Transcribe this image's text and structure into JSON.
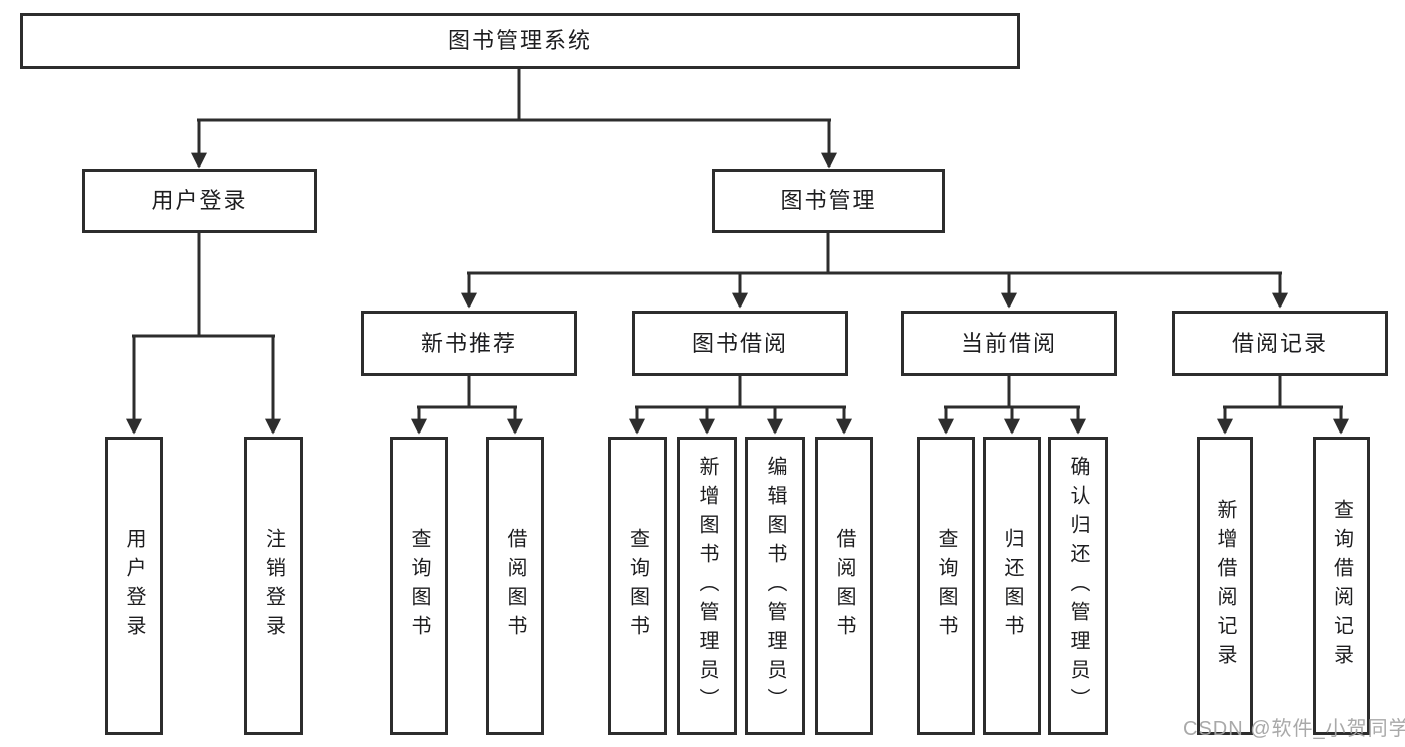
{
  "tree": {
    "label": "图书管理系统",
    "children": [
      {
        "label": "用户登录",
        "children": [
          {
            "label": "用户登录"
          },
          {
            "label": "注销登录"
          }
        ]
      },
      {
        "label": "图书管理",
        "children": [
          {
            "label": "新书推荐",
            "children": [
              {
                "label": "查询图书"
              },
              {
                "label": "借阅图书"
              }
            ]
          },
          {
            "label": "图书借阅",
            "children": [
              {
                "label": "查询图书"
              },
              {
                "label": "新增图书（管理员）"
              },
              {
                "label": "编辑图书（管理员）"
              },
              {
                "label": "借阅图书"
              }
            ]
          },
          {
            "label": "当前借阅",
            "children": [
              {
                "label": "查询图书"
              },
              {
                "label": "归还图书"
              },
              {
                "label": "确认归还（管理员）"
              }
            ]
          },
          {
            "label": "借阅记录",
            "children": [
              {
                "label": "新增借阅记录"
              },
              {
                "label": "查询借阅记录"
              }
            ]
          }
        ]
      }
    ]
  },
  "watermark": {
    "text": "CSDN @软件_小贺同学"
  },
  "colors": {
    "line": "#2d2d2d",
    "box_border": "#2d2d2d",
    "box_fill": "#ffffff",
    "text": "#1d1d1f",
    "watermark": "#a4a4a4"
  }
}
